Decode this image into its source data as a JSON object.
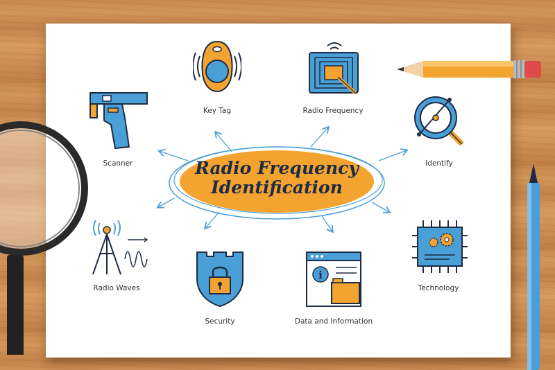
{
  "title": {
    "line1": "Radio Frequency",
    "line2": "Identification"
  },
  "colors": {
    "blue": "#4a9fd6",
    "orange": "#f3a330",
    "navy": "#1d2b44",
    "wood": "#c98a4e"
  },
  "items": [
    {
      "label": "Key Tag",
      "icon": "key-tag-icon"
    },
    {
      "label": "Radio Frequency",
      "icon": "radio-frequency-icon"
    },
    {
      "label": "Scanner",
      "icon": "scanner-icon"
    },
    {
      "label": "Identify",
      "icon": "identify-icon"
    },
    {
      "label": "Radio Waves",
      "icon": "radio-waves-icon"
    },
    {
      "label": "Security",
      "icon": "security-icon"
    },
    {
      "label": "Data and Information",
      "icon": "data-information-icon"
    },
    {
      "label": "Technology",
      "icon": "technology-icon"
    }
  ]
}
